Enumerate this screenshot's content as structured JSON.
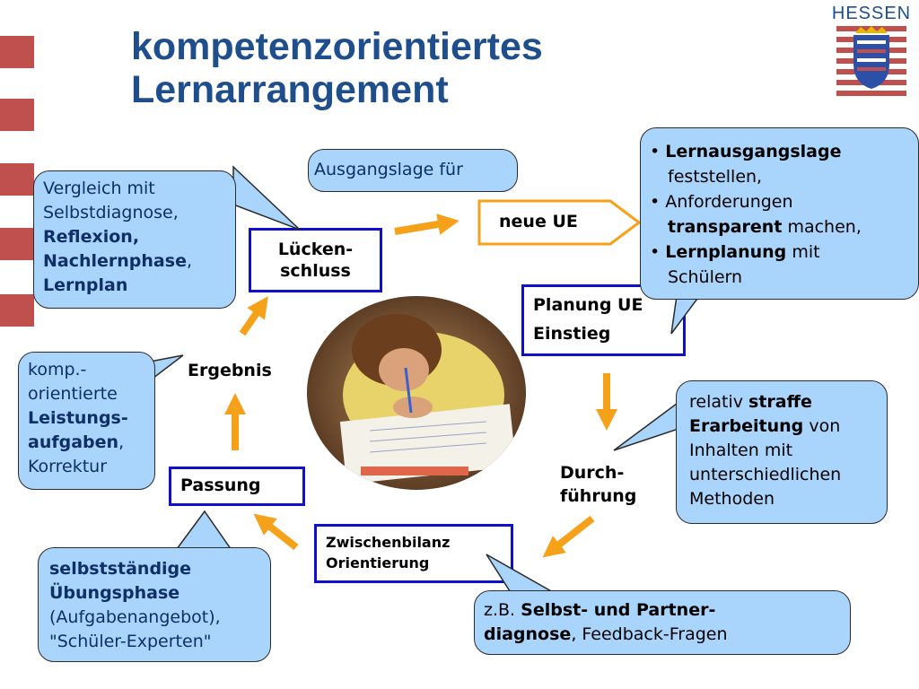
{
  "title": [
    "kompetenzorientiertes",
    "Lernarrangement"
  ],
  "logo": {
    "text": "HESSEN",
    "icon": "hessen-coat-of-arms-icon",
    "stripe_color": "#c0504d"
  },
  "accent_color": "#c0504d",
  "title_color": "#1f4e8c",
  "arrow_color": "#f5a11a",
  "box_border_color": "#1010cc",
  "callout_fill": "#a9d4fb",
  "cycle": {
    "neue_ue": "neue UE",
    "planung": [
      "Planung UE",
      "Einstieg"
    ],
    "durchfuehrung": [
      "Durch-",
      "führung"
    ],
    "zwischenbilanz": [
      "Zwischenbilanz",
      "Orientierung"
    ],
    "passung": "Passung",
    "ergebnis": "Ergebnis",
    "lueckenschluss": [
      "Lücken-",
      "schluss"
    ]
  },
  "callouts": {
    "ausgangslage": "Ausgangslage für",
    "vergleich": {
      "line1": "Vergleich mit",
      "line2": "Selbstdiagnose,",
      "bold1": "Reflexion,",
      "bold2": "Nachlernphase",
      "comma": ",",
      "bold3": "Lernplan"
    },
    "lernausgangslage": {
      "bullet": "•",
      "b1_bold": "Lernausgangslage",
      "b1_rest": "feststellen,",
      "b2_text": "Anforderungen",
      "b2_bold": "transparent",
      "b2_rest": "machen,",
      "b3_bold": "Lernplanung",
      "b3_rest": "mit",
      "b3_line2": "Schülern"
    },
    "komp": {
      "line1": "komp.-",
      "line2": "orientierte",
      "bold1": "Leistungs-",
      "bold2": "aufgaben",
      "comma": ",",
      "line3": "Korrektur"
    },
    "straffe": {
      "pre": "relativ",
      "bold1": "straffe",
      "bold2": "Erarbeitung",
      "rest": "von",
      "line3": "Inhalten mit",
      "line4": "unterschiedlichen",
      "line5": "Methoden"
    },
    "selbst": {
      "bold1": "selbstständige",
      "bold2": "Übungsphase",
      "line3": "(Aufgabenangebot),",
      "line4": "\"Schüler-Experten\""
    },
    "partner": {
      "pre": "z.B.",
      "bold1": "Selbst- und Partner-",
      "bold2": "diagnose",
      "rest": ", Feedback-Fragen"
    }
  }
}
